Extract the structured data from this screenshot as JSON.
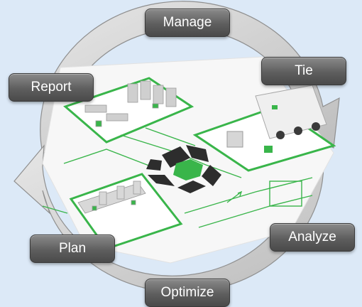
{
  "cycle": {
    "steps": [
      {
        "key": "manage",
        "label": "Manage"
      },
      {
        "key": "tie",
        "label": "Tie"
      },
      {
        "key": "analyze",
        "label": "Analyze"
      },
      {
        "key": "optimize",
        "label": "Optimize"
      },
      {
        "key": "plan",
        "label": "Plan"
      },
      {
        "key": "report",
        "label": "Report"
      }
    ]
  },
  "colors": {
    "background": "#dce9f7",
    "arrow": "#d3d3d3",
    "arrow_outline": "#8f8f8f",
    "pill": "#5e5e5e",
    "accent_green": "#39b54a",
    "logo_dark": "#2d2d2d"
  }
}
